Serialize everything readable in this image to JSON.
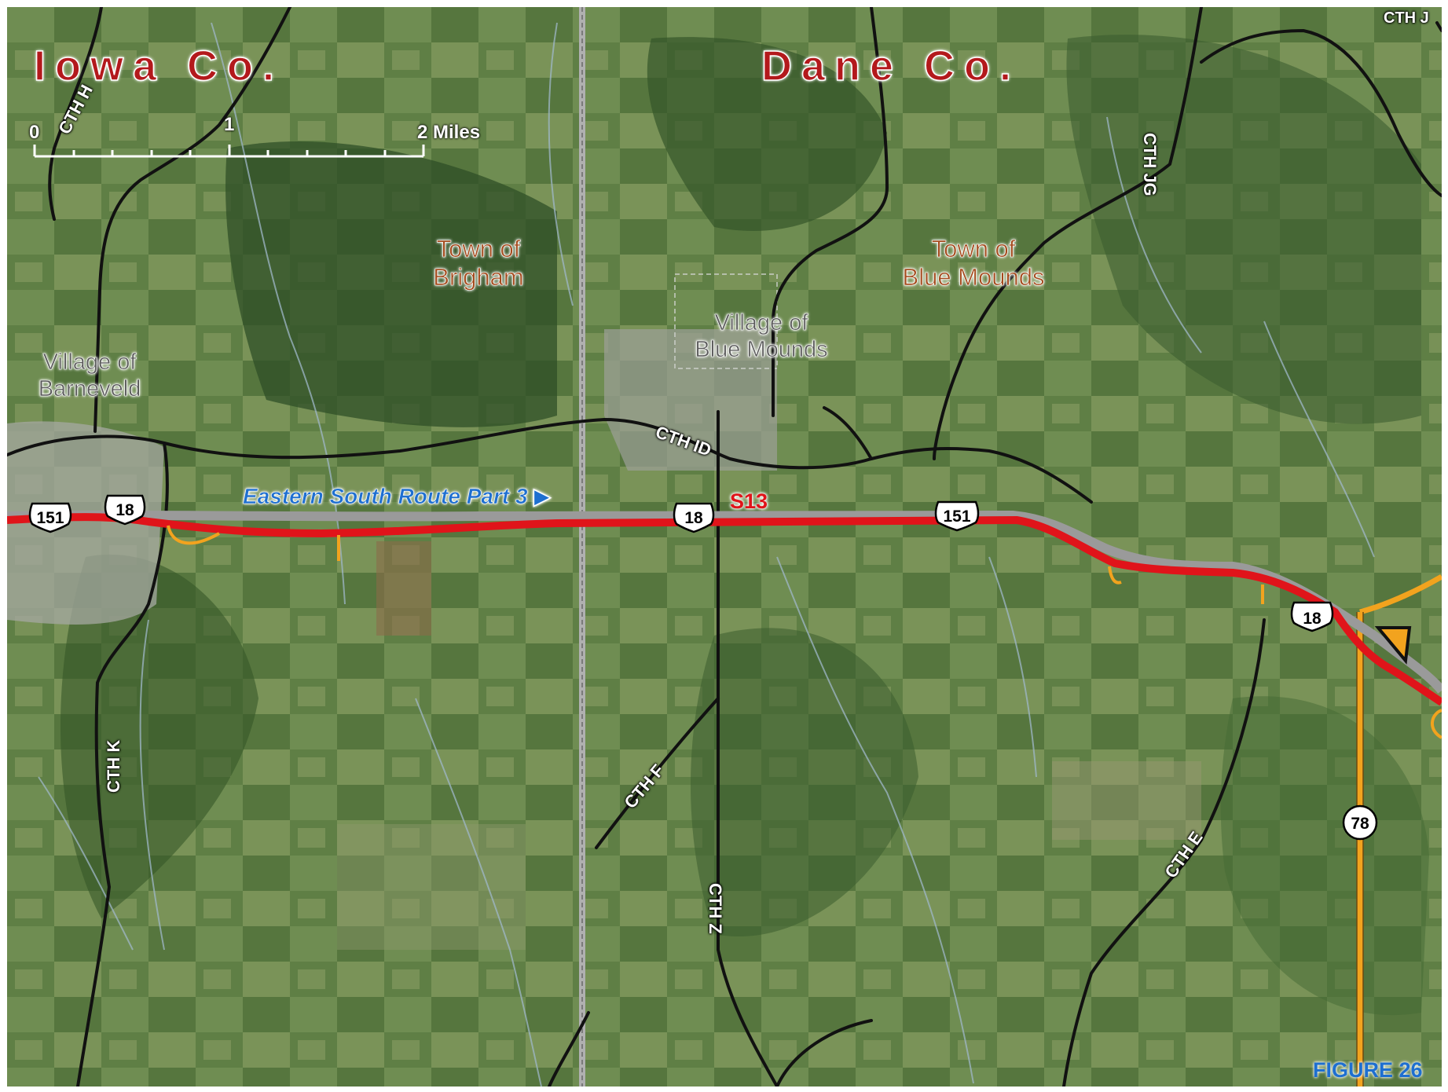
{
  "map": {
    "counties": {
      "west": "Iowa Co.",
      "east": "Dane Co."
    },
    "towns": [
      {
        "line1": "Town of",
        "line2": "Brigham"
      },
      {
        "line1": "Town of",
        "line2": "Blue Mounds"
      }
    ],
    "villages": [
      {
        "line1": "Village of",
        "line2": "Barneveld"
      },
      {
        "line1": "Village of",
        "line2": "Blue Mounds"
      }
    ],
    "roads": {
      "cth_j": "CTH J",
      "cth_jg": "CTH JG",
      "cth_id": "CTH ID",
      "cth_h": "CTH H",
      "cth_k": "CTH K",
      "cth_f": "CTH F",
      "cth_z": "CTH Z",
      "cth_e": "CTH E"
    },
    "shields": {
      "us151_a": "151",
      "us18_a": "18",
      "us18_b": "18",
      "us151_b": "151",
      "us18_c": "18",
      "wi78": "78"
    },
    "route_label": "Eastern South Route Part 3",
    "segment_label": "S13",
    "scale": {
      "zero": "0",
      "one": "1",
      "two": "2 Miles"
    },
    "figure": "FIGURE 26",
    "colors": {
      "route": "#e0141a",
      "state_highway": "#f2a31e",
      "county_road": "#111111",
      "county_line": "#a9a9a9",
      "county_label": "#b3191c",
      "town_label": "#a44a1c",
      "route_label": "#1e6fd0"
    }
  }
}
